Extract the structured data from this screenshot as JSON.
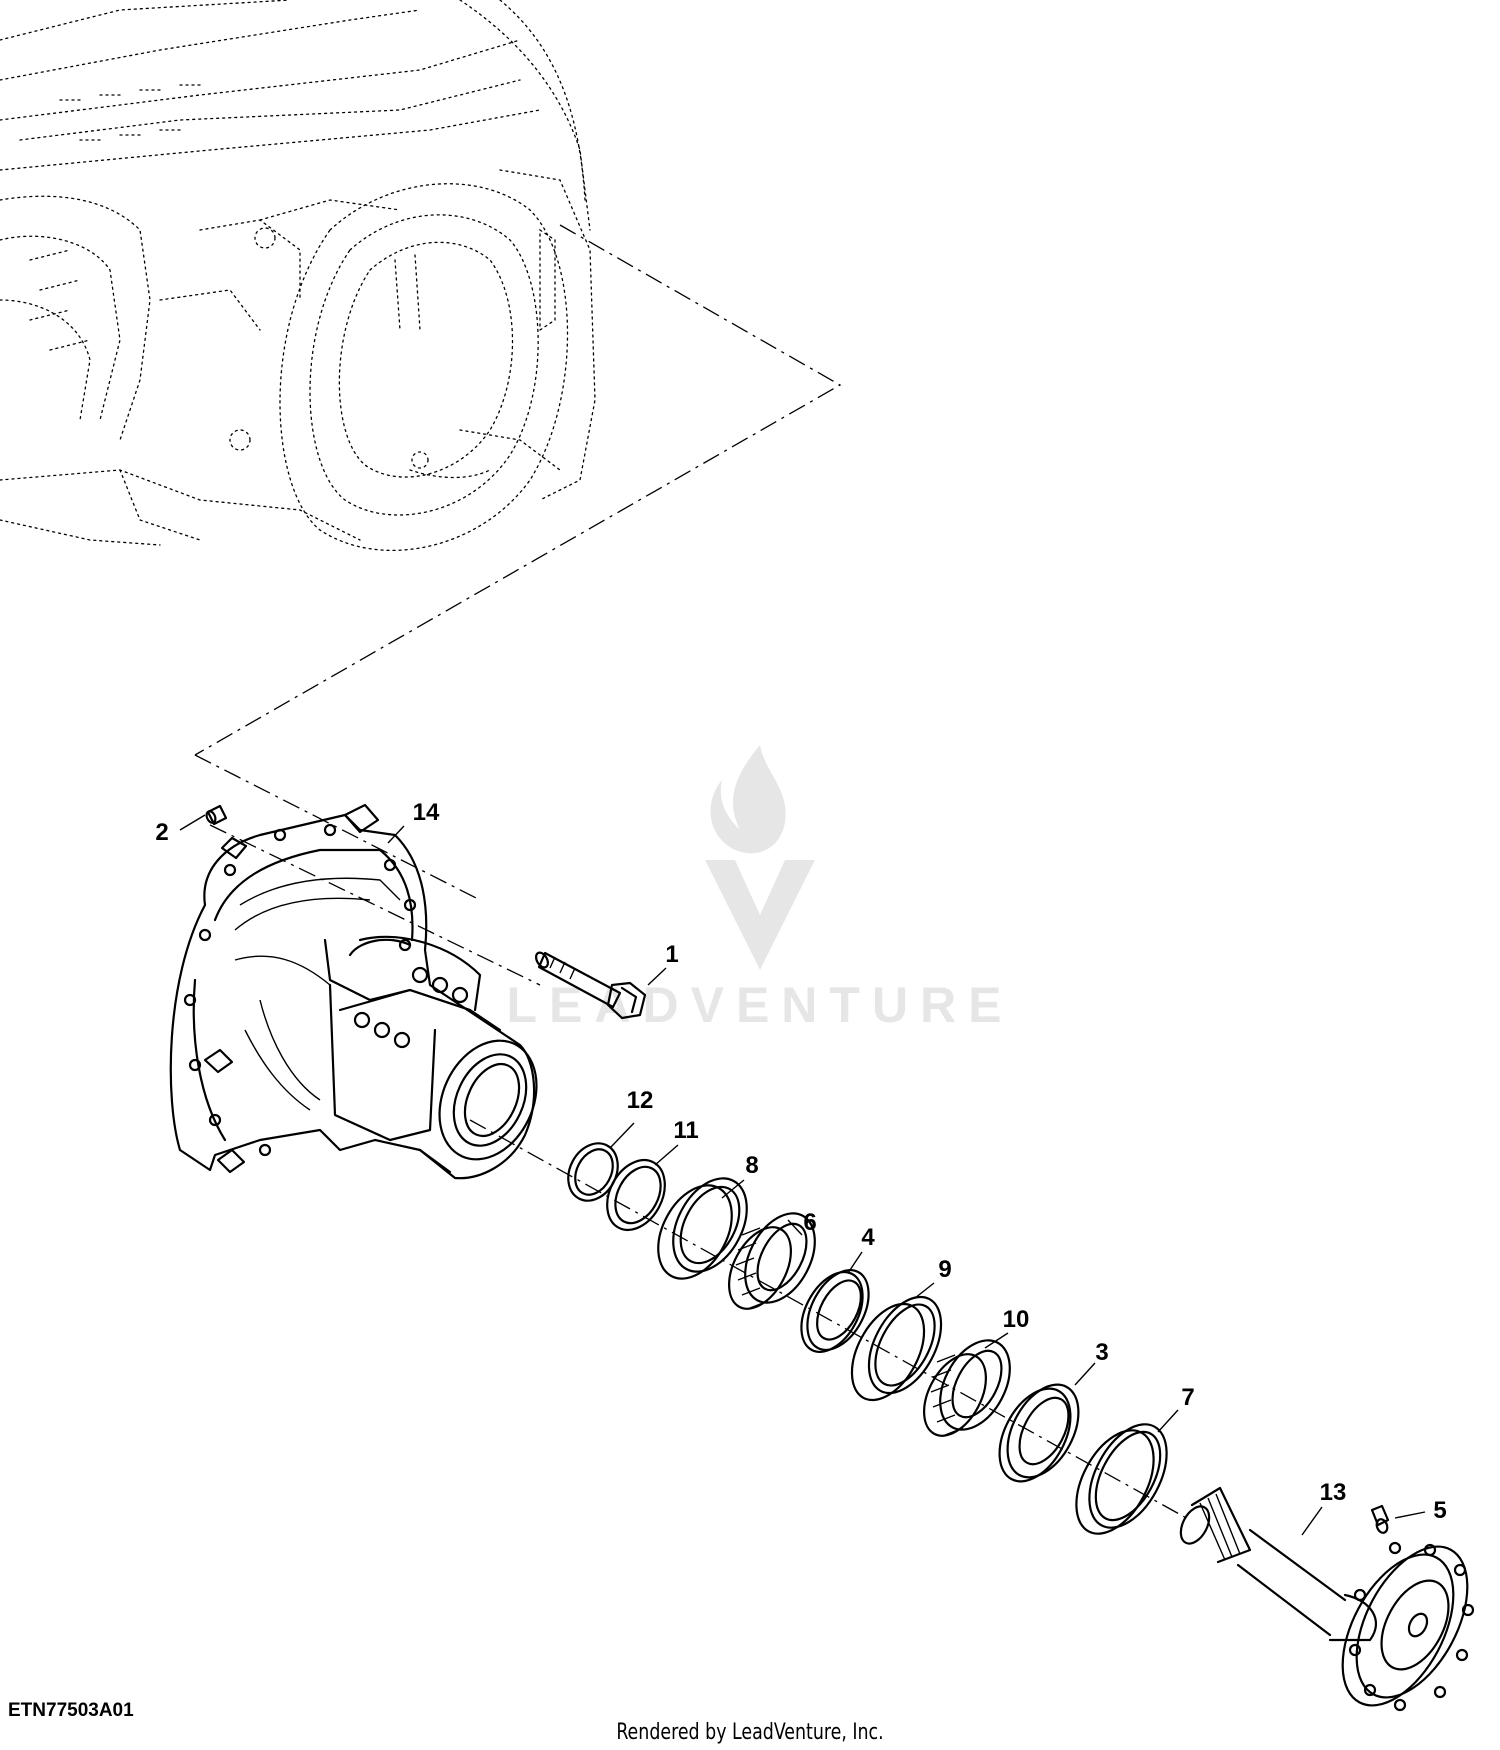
{
  "figure_id": "ETN77503A01",
  "footer": "Rendered by LeadVenture, Inc.",
  "watermark": "LEADVENTURE",
  "callouts": [
    {
      "id": "1",
      "label": "1"
    },
    {
      "id": "2",
      "label": "2"
    },
    {
      "id": "3",
      "label": "3"
    },
    {
      "id": "4",
      "label": "4"
    },
    {
      "id": "5",
      "label": "5"
    },
    {
      "id": "6",
      "label": "6"
    },
    {
      "id": "7",
      "label": "7"
    },
    {
      "id": "8",
      "label": "8"
    },
    {
      "id": "9",
      "label": "9"
    },
    {
      "id": "10",
      "label": "10"
    },
    {
      "id": "11",
      "label": "11"
    },
    {
      "id": "12",
      "label": "12"
    },
    {
      "id": "13",
      "label": "13"
    },
    {
      "id": "14",
      "label": "14"
    }
  ],
  "colors": {
    "line": "#000000",
    "watermark": "#e6e6e6",
    "background": "#ffffff"
  }
}
